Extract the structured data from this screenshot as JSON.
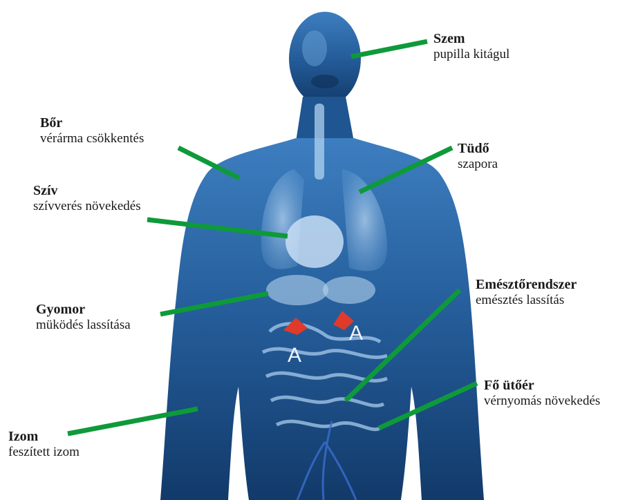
{
  "colors": {
    "callout_line": "#0e9a3a",
    "body_dark": "#0d2f58",
    "body_mid": "#2d6aa8",
    "body_light": "#9cc6ec",
    "gland": "#e03a2a"
  },
  "callouts": {
    "szem": {
      "title": "Szem",
      "desc": "pupilla kitágul"
    },
    "bor": {
      "title": "Bőr",
      "desc": "vérárma csökkentés"
    },
    "tudo": {
      "title": "Tüdő",
      "desc": "szapora"
    },
    "sziv": {
      "title": "Szív",
      "desc": "szívverés növekedés"
    },
    "gyomor": {
      "title": "Gyomor",
      "desc": "müködés lassítása"
    },
    "emeszto": {
      "title": "Emésztőrendszer",
      "desc": "emésztés lassítás"
    },
    "foutoer": {
      "title": "Fő ütőér",
      "desc": "vérnyomás növekedés"
    },
    "izom": {
      "title": "Izom",
      "desc": "feszített izom"
    }
  },
  "glands": {
    "left": "A",
    "right": "A"
  }
}
